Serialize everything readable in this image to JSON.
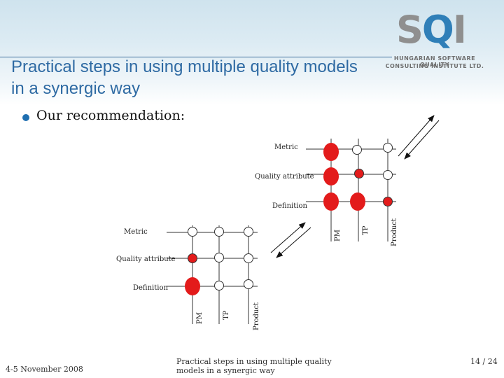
{
  "title": "Practical steps in using multiple quality models in a synergic way",
  "logo": {
    "letters": "SQI",
    "line1": "HUNGARIAN SOFTWARE QUALITY",
    "line2": "CONSULTING INSTITUTE LTD."
  },
  "bullet": "Our recommendation:",
  "upper_grid": {
    "row_labels": [
      "Metric",
      "Quality attribute",
      "Definition"
    ],
    "column_labels": [
      "PM",
      "TP",
      "Product"
    ]
  },
  "lower_grid": {
    "row_labels": [
      "Metric",
      "Quality attribute",
      "Definition"
    ],
    "column_labels": [
      "PM",
      "TP",
      "Product"
    ]
  },
  "colors": {
    "highlight": "#e31b1b",
    "title": "#2e6aa3",
    "accent": "#1f6fb0"
  },
  "footer": {
    "date": "4-5 November 2008",
    "caption": "Practical steps in using multiple quality models in a synergic way",
    "page": "14 / 24"
  }
}
